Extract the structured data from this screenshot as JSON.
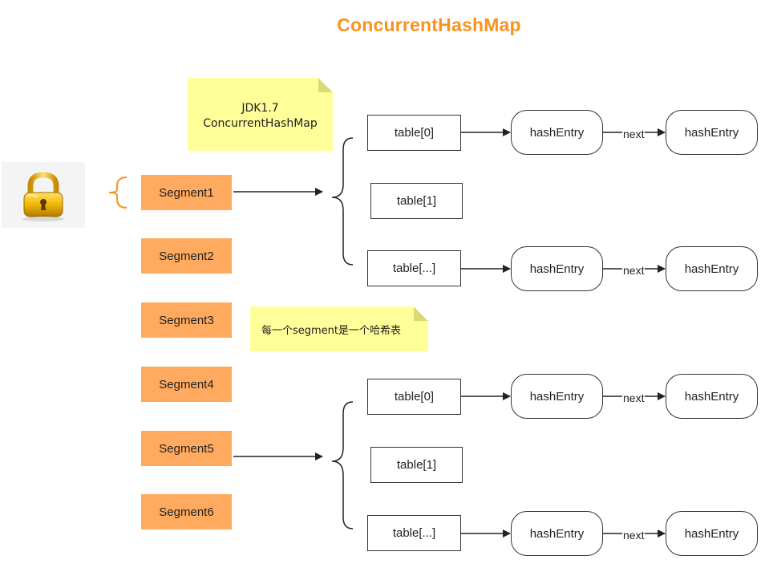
{
  "title": "ConcurrentHashMap",
  "notes": {
    "version_line1": "JDK1.7",
    "version_line2": "ConcurrentHashMap",
    "segment_note": "每一个segment是一个哈希表"
  },
  "segments": [
    "Segment1",
    "Segment2",
    "Segment3",
    "Segment4",
    "Segment5",
    "Segment6"
  ],
  "tables": {
    "group_top": [
      "table[0]",
      "table[1]",
      "table[...]"
    ],
    "group_bottom": [
      "table[0]",
      "table[1]",
      "table[...]"
    ]
  },
  "entry_label": "hashEntry",
  "link_label": "next",
  "icons": [
    "lock-icon"
  ],
  "colors": {
    "title": "#f7931e",
    "segment_fill": "#ffaa5e",
    "note_fill": "#ffff99",
    "brace_orange": "#f7931e"
  }
}
